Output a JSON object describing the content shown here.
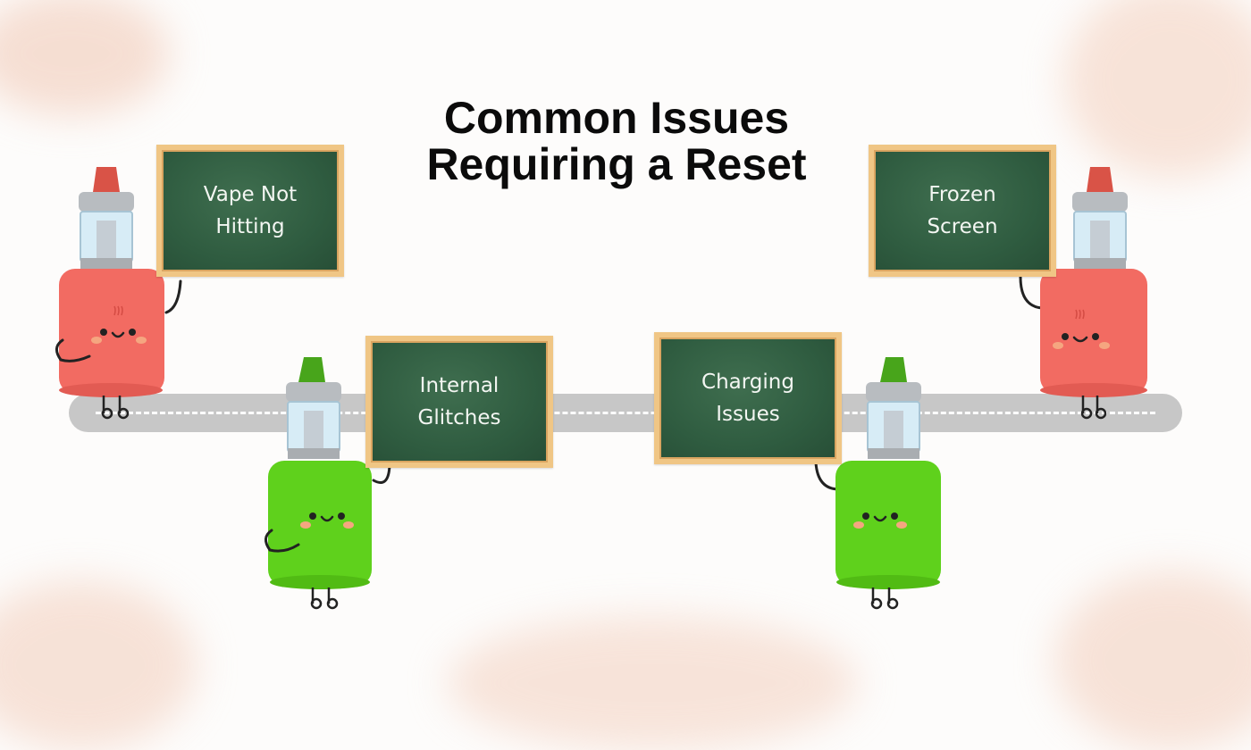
{
  "title": {
    "line1": "Common Issues",
    "line2": "Requiring a Reset"
  },
  "issues": [
    {
      "label": "Vape Not\nHitting",
      "mascot_color": "red"
    },
    {
      "label": "Internal\nGlitches",
      "mascot_color": "green"
    },
    {
      "label": "Charging\nIssues",
      "mascot_color": "green"
    },
    {
      "label": "Frozen\nScreen",
      "mascot_color": "red"
    }
  ],
  "colors": {
    "red_body": "#f26b62",
    "red_cap": "#d95347",
    "green_body": "#5fd11c",
    "green_cap": "#48a51b",
    "board_green": "#2f5c40",
    "board_frame": "#f0c685",
    "road": "#c7c7c7",
    "watercolor": "#f4d6c7"
  }
}
